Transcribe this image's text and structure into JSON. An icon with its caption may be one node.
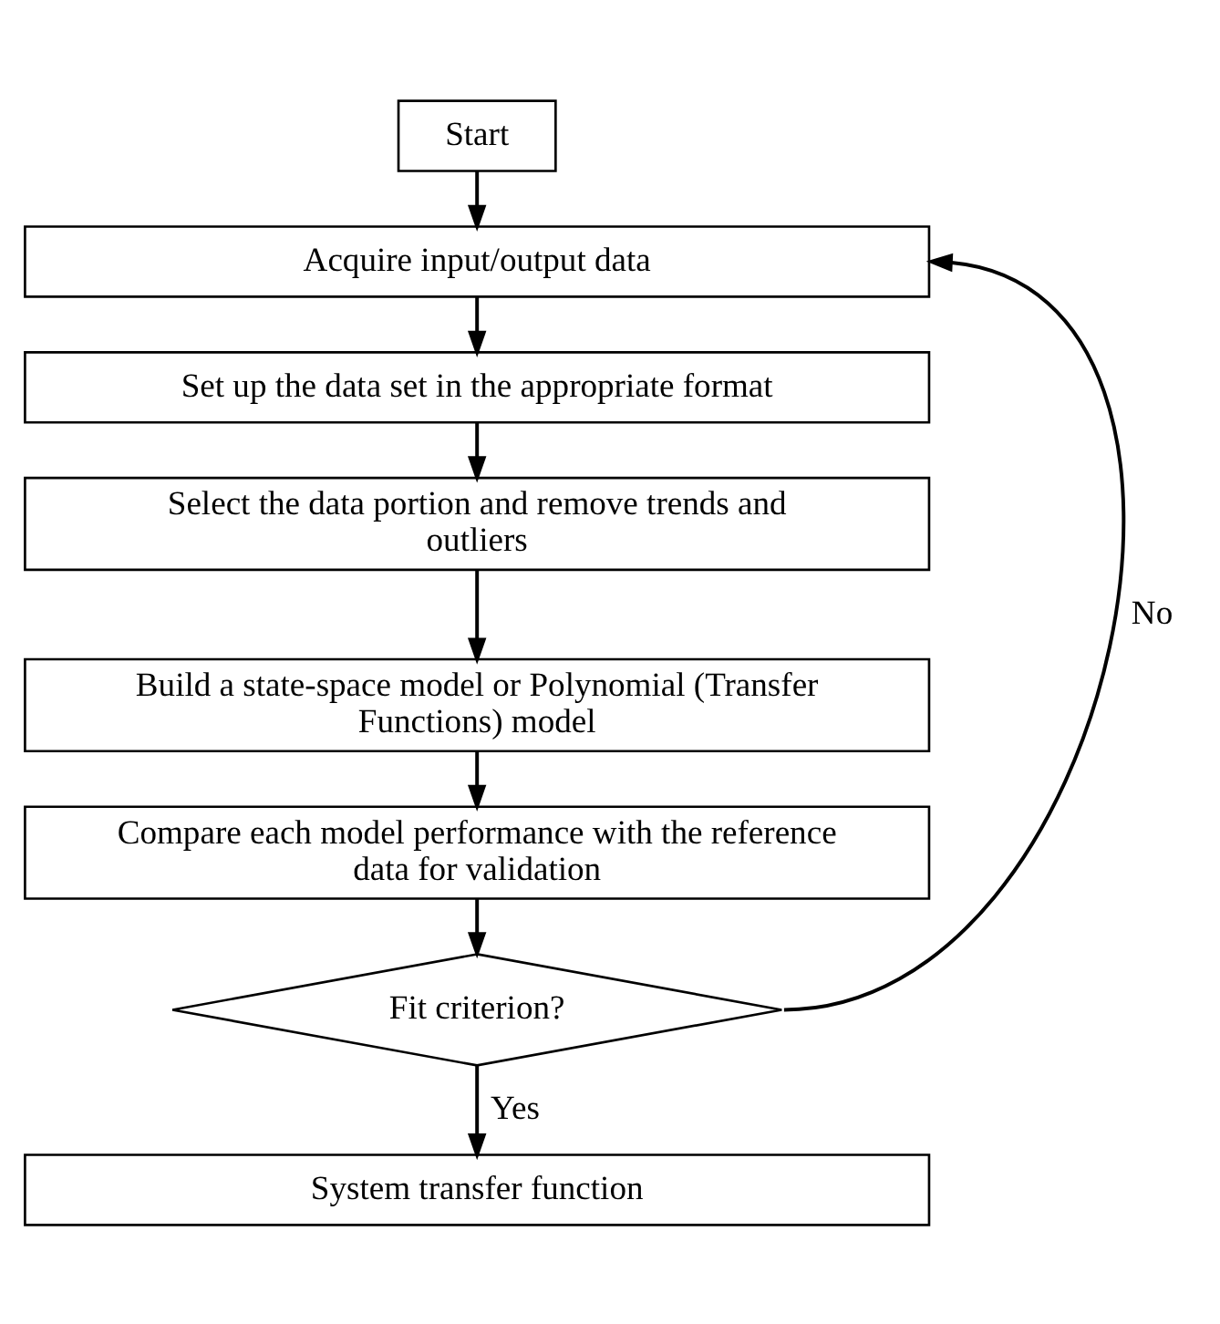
{
  "diagram": {
    "nodes": [
      {
        "text": [
          "Start"
        ]
      },
      {
        "text": [
          "Acquire input/output data"
        ]
      },
      {
        "text": [
          "Set up the data set in the appropriate format"
        ]
      },
      {
        "text": [
          "Select the data portion and remove trends and outliers"
        ]
      },
      {
        "text": [
          "Build a state-space model or Polynomial (Transfer Functions) model"
        ]
      },
      {
        "text": [
          "Compare each model performance with the reference data for validation"
        ]
      },
      {
        "text": [
          "Fit criterion?"
        ]
      },
      {
        "text": [
          "System transfer function"
        ]
      }
    ],
    "edges": [
      {
        "from": 0,
        "to": 1,
        "arrow": "to"
      },
      {
        "from": 1,
        "to": 2,
        "arrow": "to"
      },
      {
        "from": 2,
        "to": 3,
        "arrow": "to"
      },
      {
        "from": 3,
        "to": 4,
        "arrow": "to"
      },
      {
        "from": 4,
        "to": 5,
        "arrow": "to"
      },
      {
        "from": 5,
        "to": 6,
        "arrow": "to"
      },
      {
        "from": 6,
        "to": 7,
        "arrow": "to",
        "label": "Yes"
      },
      {
        "from": 6,
        "to": 1,
        "arrow": "to",
        "label": "No"
      }
    ]
  }
}
